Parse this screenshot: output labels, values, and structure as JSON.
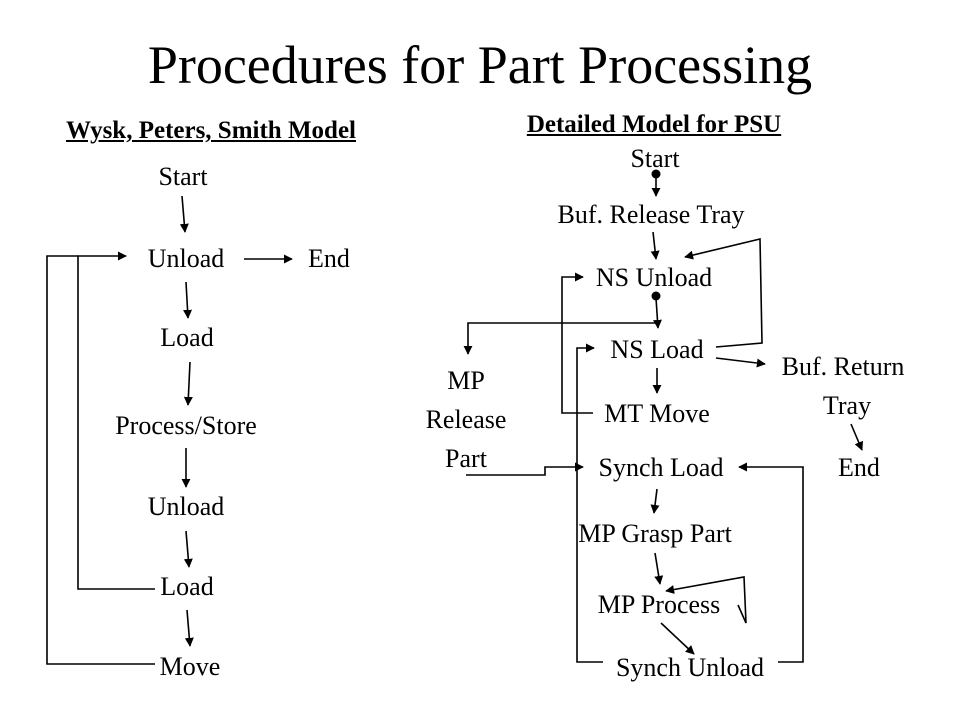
{
  "title": "Procedures for Part Processing",
  "left": {
    "heading": "Wysk, Peters, Smith Model",
    "nodes": {
      "start": "Start",
      "unload1": "Unload",
      "end": "End",
      "load1": "Load",
      "process_store": "Process/Store",
      "unload2": "Unload",
      "load2": "Load",
      "move": "Move"
    }
  },
  "right": {
    "heading": "Detailed Model for PSU",
    "nodes": {
      "start": "Start",
      "buf_release_tray": "Buf. Release Tray",
      "ns_unload": "NS Unload",
      "ns_load": "NS Load",
      "buf_return_tray_1": "Buf. Return",
      "buf_return_tray_2": "Tray",
      "mp_release_part_1": "MP",
      "mp_release_part_2": "Release",
      "mp_release_part_3": "Part",
      "mt_move": "MT Move",
      "synch_load": "Synch Load",
      "end": "End",
      "mp_grasp_part": "MP Grasp Part",
      "mp_process": "MP Process",
      "synch_unload": "Synch Unload"
    }
  }
}
